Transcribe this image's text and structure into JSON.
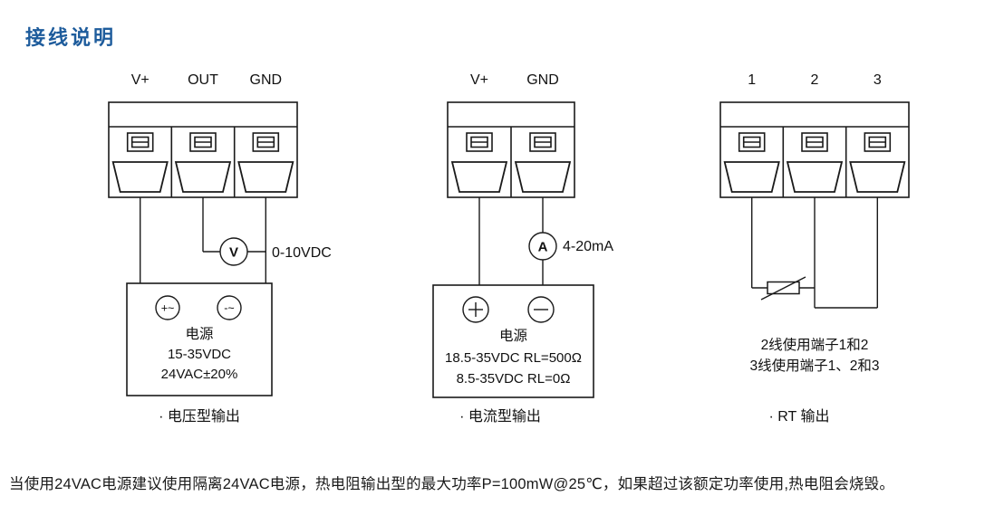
{
  "page": {
    "title": "接线说明",
    "footnote": "当使用24VAC电源建议使用隔离24VAC电源，热电阻输出型的最大功率P=100mW@25℃，如果超过该额定功率使用,热电阻会烧毁。"
  },
  "colors": {
    "title_blue": "#1e5c9c",
    "line_black": "#1a1a1a"
  },
  "diagrams": {
    "voltage": {
      "terminals": [
        "V+",
        "OUT",
        "GND"
      ],
      "meter_symbol": "V",
      "meter_range": "0-10VDC",
      "supply_plus": "+~",
      "supply_minus": "-~",
      "supply_title": "电源",
      "supply_line1": "15-35VDC",
      "supply_line2": "24VAC±20%",
      "caption": "· 电压型输出"
    },
    "current": {
      "terminals": [
        "V+",
        "GND"
      ],
      "meter_symbol": "A",
      "meter_range": "4-20mA",
      "supply_title": "电源",
      "supply_line1": "18.5-35VDC RL=500Ω",
      "supply_line2": "8.5-35VDC RL=0Ω",
      "caption": "· 电流型输出"
    },
    "rt": {
      "terminals": [
        "1",
        "2",
        "3"
      ],
      "note_line1": "2线使用端子1和2",
      "note_line2": "3线使用端子1、2和3",
      "caption": "· RT 输出"
    }
  }
}
